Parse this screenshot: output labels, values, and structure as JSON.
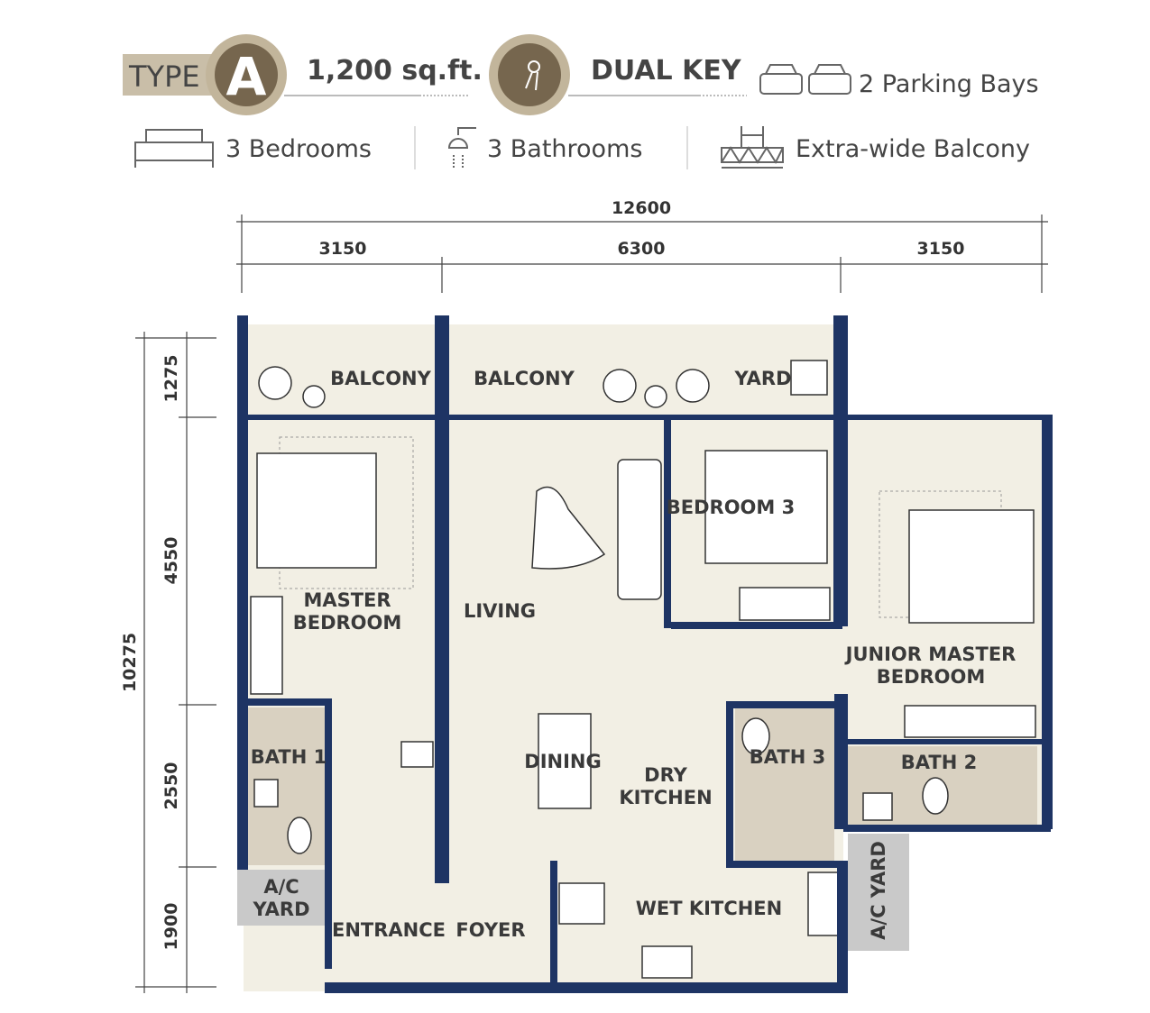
{
  "header": {
    "type_prefix": "TYPE",
    "type_letter": "A",
    "area": "1,200 sq.ft.",
    "dual_key": "DUAL KEY",
    "parking": "2 Parking Bays",
    "bedrooms": "3 Bedrooms",
    "bathrooms": "3 Bathrooms",
    "balcony": "Extra-wide Balcony"
  },
  "dimensions": {
    "total_width": "12600",
    "w1": "3150",
    "w2": "6300",
    "w3": "3150",
    "total_depth": "10275",
    "d1": "1275",
    "d2": "4550",
    "d3": "2550",
    "d4": "1900"
  },
  "rooms": {
    "balcony1": "BALCONY",
    "balcony2": "BALCONY",
    "yard": "YARD",
    "master1": "MASTER",
    "master2": "BEDROOM",
    "living": "LIVING",
    "bedroom3": "BEDROOM 3",
    "junior1": "JUNIOR MASTER",
    "junior2": "BEDROOM",
    "bath1": "BATH 1",
    "bath2": "BATH 2",
    "bath3": "BATH 3",
    "dining": "DINING",
    "dry1": "DRY",
    "dry2": "KITCHEN",
    "acyard1": "A/C",
    "acyard2": "YARD",
    "acyard_right": "A/C YARD",
    "entrance": "ENTRANCE",
    "foyer": "FOYER",
    "wet": "WET KITCHEN"
  },
  "colors": {
    "wall": "#1e3464",
    "floor": "#f2efe4",
    "bath": "#d9d1c1",
    "yard": "#c9c9c9",
    "badge": "#76664e",
    "ring": "#c2b59b"
  }
}
